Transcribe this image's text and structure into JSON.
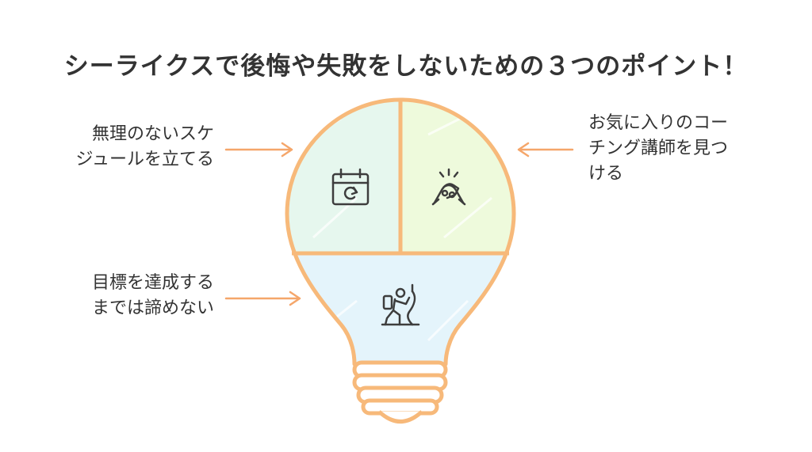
{
  "title": "シーライクスで後悔や失敗をしないための３つのポイント！",
  "points": [
    {
      "lines": [
        "無理のないスケ",
        "ジュールを立てる"
      ],
      "icon": "calendar-icon",
      "color": "#e6f7ee"
    },
    {
      "lines": [
        "お気に入りのコー",
        "チング講師を見つ",
        "ける"
      ],
      "icon": "handshake-icon",
      "color": "#eefadc"
    },
    {
      "lines": [
        "目標を達成する",
        "までは諦めない"
      ],
      "icon": "climber-icon",
      "color": "#e4f4fb"
    }
  ],
  "colors": {
    "outline": "#f7b97a",
    "arrow": "#f5a66a",
    "text": "#333333"
  }
}
